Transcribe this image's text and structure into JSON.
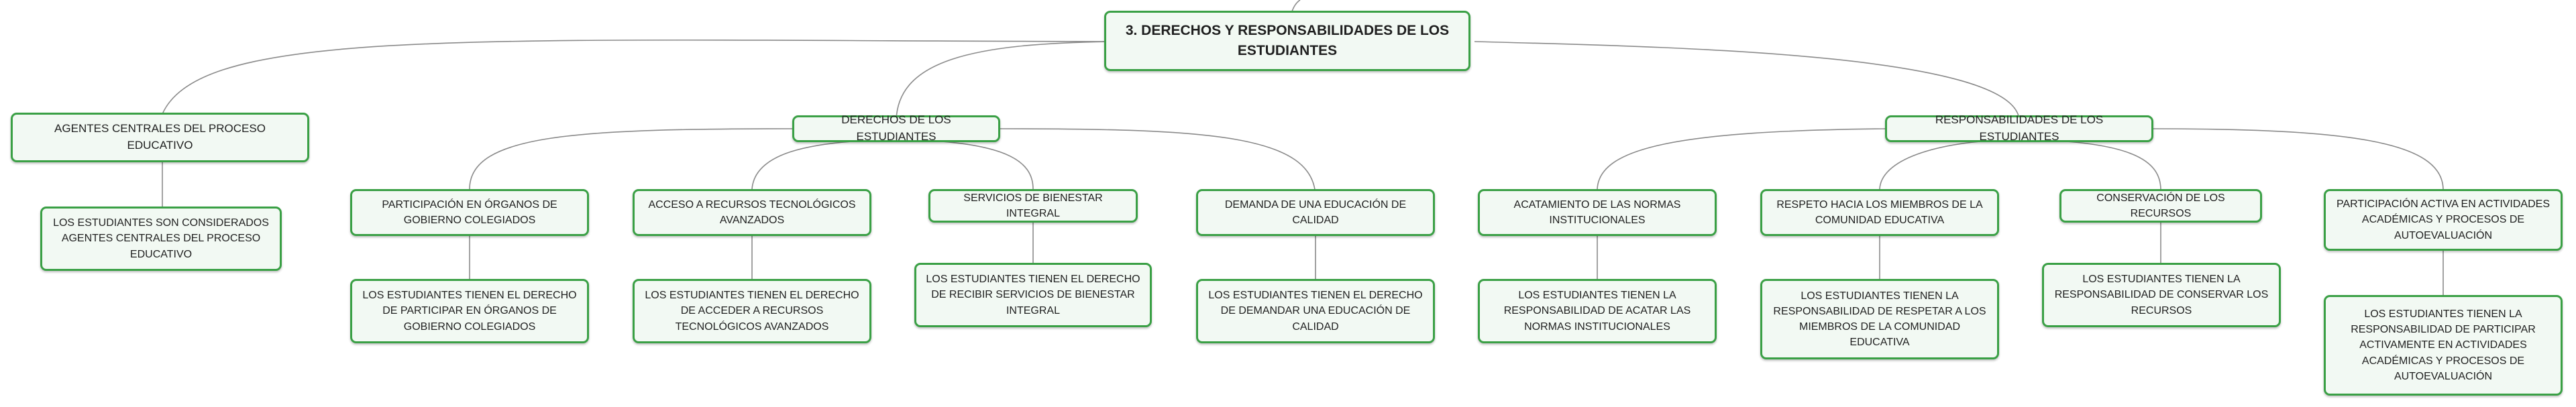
{
  "map": {
    "root": "3. DERECHOS Y RESPONSABILIDADES DE LOS ESTUDIANTES",
    "agentes": {
      "label": "AGENTES CENTRALES DEL PROCESO EDUCATIVO",
      "detail": "LOS ESTUDIANTES SON CONSIDERADOS AGENTES CENTRALES DEL PROCESO EDUCATIVO"
    },
    "derechos": {
      "label": "DERECHOS DE LOS ESTUDIANTES",
      "items": [
        {
          "label": "PARTICIPACIÓN EN ÓRGANOS DE GOBIERNO COLEGIADOS",
          "detail": "LOS ESTUDIANTES TIENEN EL DERECHO DE PARTICIPAR EN ÓRGANOS DE GOBIERNO COLEGIADOS"
        },
        {
          "label": "ACCESO A RECURSOS TECNOLÓGICOS AVANZADOS",
          "detail": "LOS ESTUDIANTES TIENEN EL DERECHO DE ACCEDER A RECURSOS TECNOLÓGICOS AVANZADOS"
        },
        {
          "label": "SERVICIOS DE BIENESTAR INTEGRAL",
          "detail": "LOS ESTUDIANTES TIENEN EL DERECHO DE RECIBIR SERVICIOS DE BIENESTAR INTEGRAL"
        },
        {
          "label": "DEMANDA DE UNA EDUCACIÓN DE CALIDAD",
          "detail": "LOS ESTUDIANTES TIENEN EL DERECHO DE DEMANDAR UNA EDUCACIÓN DE CALIDAD"
        }
      ]
    },
    "responsabilidades": {
      "label": "RESPONSABILIDADES DE LOS ESTUDIANTES",
      "items": [
        {
          "label": "ACATAMIENTO DE LAS NORMAS INSTITUCIONALES",
          "detail": "LOS ESTUDIANTES TIENEN LA RESPONSABILIDAD DE ACATAR LAS NORMAS INSTITUCIONALES"
        },
        {
          "label": "RESPETO HACIA LOS MIEMBROS DE LA COMUNIDAD EDUCATIVA",
          "detail": "LOS ESTUDIANTES TIENEN LA RESPONSABILIDAD DE RESPETAR A LOS MIEMBROS DE LA COMUNIDAD EDUCATIVA"
        },
        {
          "label": "CONSERVACIÓN DE LOS RECURSOS",
          "detail": "LOS ESTUDIANTES TIENEN LA RESPONSABILIDAD DE CONSERVAR LOS RECURSOS"
        },
        {
          "label": "PARTICIPACIÓN ACTIVA EN ACTIVIDADES ACADÉMICAS Y PROCESOS DE AUTOEVALUACIÓN",
          "detail": "LOS ESTUDIANTES TIENEN LA RESPONSABILIDAD DE PARTICIPAR ACTIVAMENTE EN ACTIVIDADES ACADÉMICAS Y PROCESOS DE AUTOEVALUACIÓN"
        }
      ]
    },
    "colors": {
      "border": "#3aa045",
      "fill": "#f2f9f3",
      "line": "#8a8a8a"
    }
  }
}
